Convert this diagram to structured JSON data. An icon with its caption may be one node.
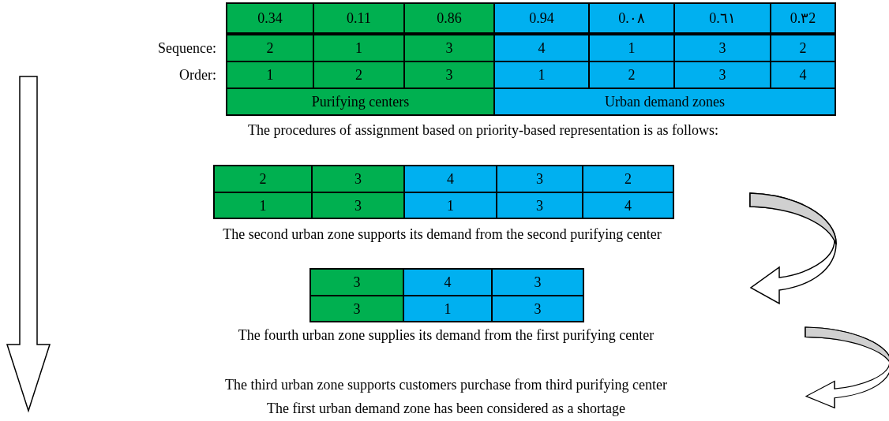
{
  "diagram": {
    "labels": [
      "0.34",
      "0.11",
      "0.86",
      "0.94",
      "0.٠٨",
      "0.٦١",
      "0.٣2",
      "Sequence:",
      "2",
      "1",
      "3",
      "4",
      "1",
      "3",
      "2",
      "Order:",
      "1",
      "2",
      "3",
      "1",
      "2",
      "3",
      "4",
      "Purifying centers",
      "Urban demand zones",
      "The procedures of assignment based on priority-based representation is as follows:",
      "2",
      "3",
      "4",
      "3",
      "2",
      "1",
      "3",
      "1",
      "3",
      "4",
      "The second urban zone supports its demand from the second purifying center",
      "3",
      "4",
      "3",
      "3",
      "1",
      "3",
      "The fourth urban zone supplies its demand from the first purifying center",
      "The third urban zone supports customers purchase from third purifying center",
      "The first urban demand zone has been considered as a shortage"
    ]
  }
}
